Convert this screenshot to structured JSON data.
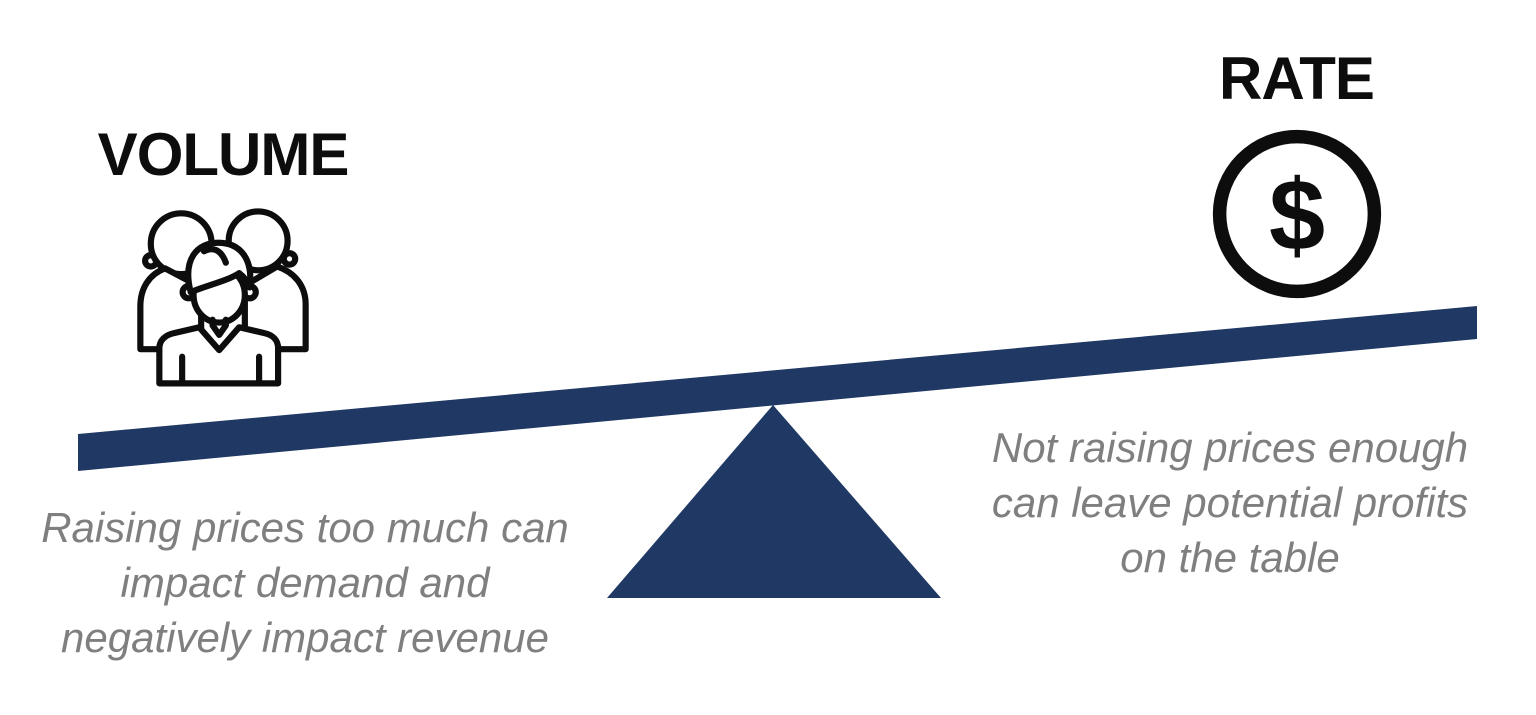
{
  "colors": {
    "navy": "#1f3864",
    "gray": "#7f7f7f",
    "ink": "#0d0d0d",
    "background": "#ffffff"
  },
  "diagram": {
    "type": "seesaw-balance",
    "tilt": "volume-side-down-rate-side-up"
  },
  "volume": {
    "title": "VOLUME",
    "caption_lines": [
      "Raising prices too much can",
      "impact demand and",
      "negatively impact revenue"
    ]
  },
  "rate": {
    "title": "RATE",
    "dollar_symbol": "$",
    "caption_lines": [
      "Not raising prices enough",
      "can leave potential profits",
      "on the table"
    ]
  }
}
